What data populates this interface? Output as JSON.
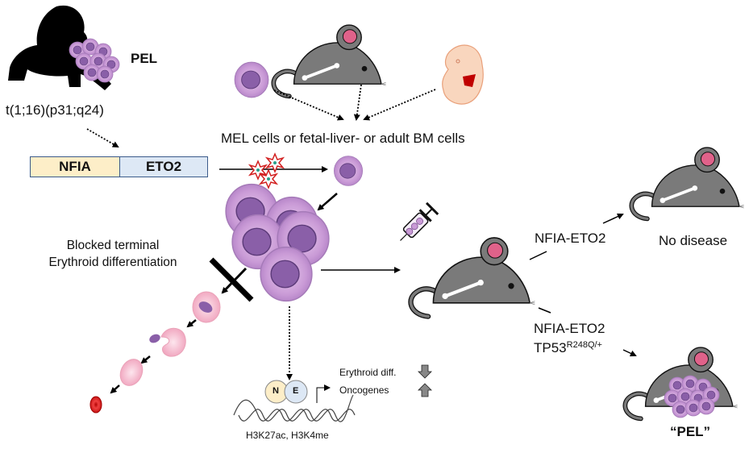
{
  "colors": {
    "cell_fill": "#c99ad6",
    "cell_nucleus": "#8a5fa8",
    "mouse_body": "#7a7a7a",
    "mouse_ear": "#e0628a",
    "fusion_nfia": "#fdeec8",
    "fusion_eto2": "#dde8f5",
    "fusion_border": "#3b5b8a",
    "embryo": "#f7c8a8",
    "liver": "#c00000",
    "star": "#d21f1f",
    "rbc": "#e02020"
  },
  "patient": {
    "label": "PEL",
    "translocation": "t(1;16)(p31;q24)"
  },
  "fusion_gene": {
    "left": "NFIA",
    "right": "ETO2"
  },
  "sources": {
    "caption": "MEL cells or fetal-liver- or adult BM cells",
    "items": [
      "MEL cell",
      "adult mouse bone marrow",
      "fetal liver (embryo)"
    ]
  },
  "differentiation": {
    "line1": "Blocked terminal",
    "line2": "Erythroid differentiation"
  },
  "chromatin": {
    "n_label": "N",
    "e_label": "E",
    "marks": "H3K27ac, H3K4me",
    "effects": [
      {
        "label": "Erythroid diff.",
        "direction": "down"
      },
      {
        "label": "Oncogenes",
        "direction": "up"
      }
    ]
  },
  "outcomes": {
    "genotype1": "NFIA-ETO2",
    "result1": "No disease",
    "genotype2_line1": "NFIA-ETO2",
    "genotype2_line2_base": "TP53",
    "genotype2_line2_sup": "R248Q/+",
    "result2": "“PEL”"
  }
}
